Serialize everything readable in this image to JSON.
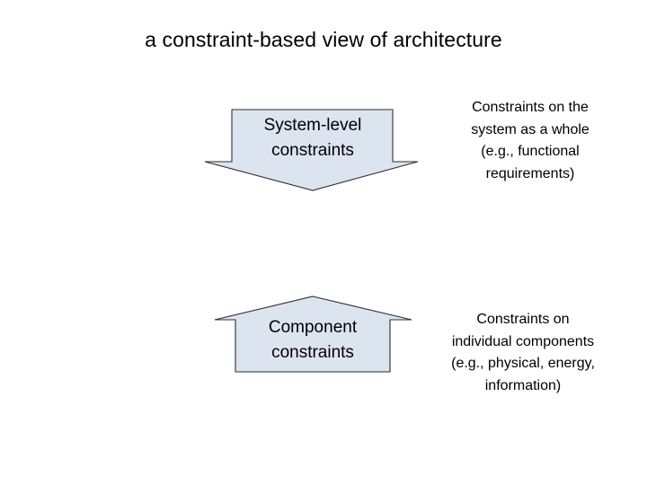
{
  "slide": {
    "title": "a constraint-based view of architecture",
    "background_color": "#ffffff",
    "text_color": "#000000"
  },
  "style": {
    "shape_fill": "#dce4f0",
    "shape_stroke": "#2f2f2f"
  },
  "shapes": [
    {
      "id": "system-level-constraints",
      "icon": "down-arrow-shape",
      "direction": "down",
      "label_lines": [
        "System-level",
        "constraints"
      ],
      "fill": "#dce4f0",
      "stroke": "#2f2f2f"
    },
    {
      "id": "component-constraints",
      "icon": "up-arrow-shape",
      "direction": "up",
      "label_lines": [
        "Component",
        "constraints"
      ],
      "fill": "#dce4f0",
      "stroke": "#2f2f2f"
    }
  ],
  "captions": [
    {
      "id": "system-caption",
      "lines": [
        "Constraints on the",
        "system as a whole",
        "(e.g., functional",
        "requirements)"
      ]
    },
    {
      "id": "component-caption",
      "lines": [
        "Constraints on",
        "individual components",
        "(e.g., physical, energy,",
        "information)"
      ]
    }
  ]
}
